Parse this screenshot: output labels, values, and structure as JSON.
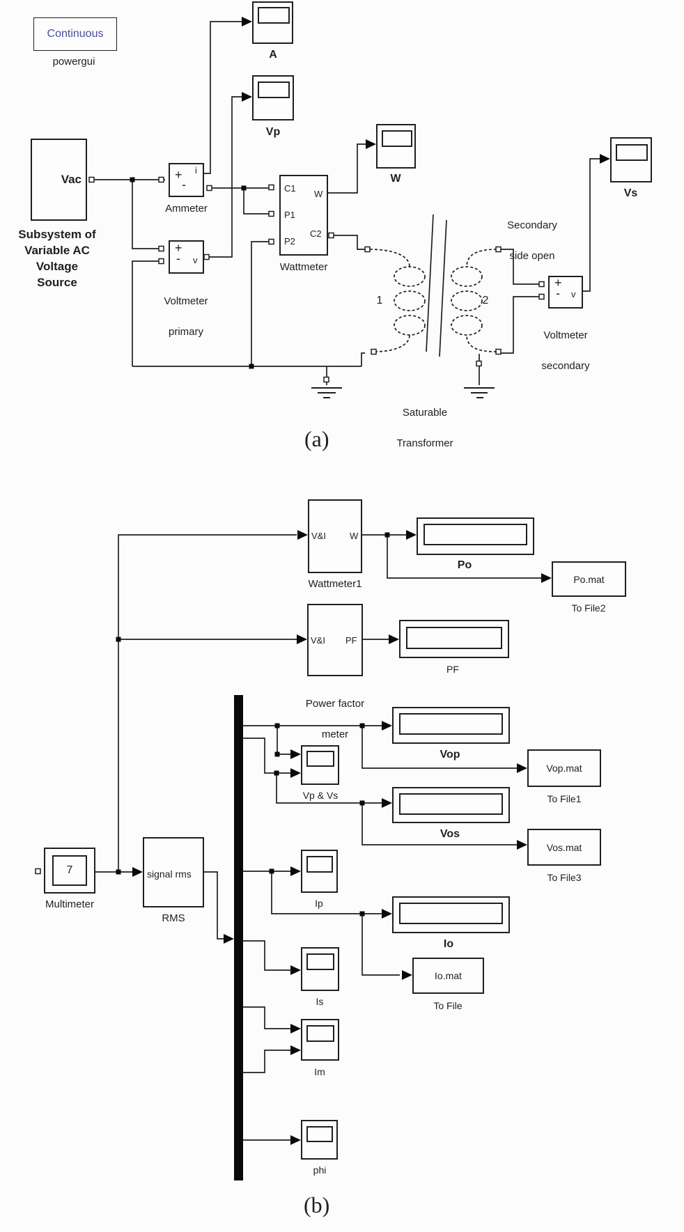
{
  "colors": {
    "line": "#1f1f1f",
    "powergui_text": "#4c4c9c",
    "background": "#fcfcfc"
  },
  "a": {
    "caption": "(a)",
    "powergui": {
      "box_text": "Continuous",
      "label": "powergui"
    },
    "source": {
      "port_label": "Vac",
      "label_lines": [
        "Subsystem of",
        "Variable AC",
        "Voltage",
        "Source"
      ]
    },
    "ammeter": {
      "plus": "+",
      "minus": "-",
      "out": "i",
      "label": "Ammeter"
    },
    "voltmeter_primary": {
      "plus": "+",
      "minus": "-",
      "out": "v",
      "label_lines": [
        "Voltmeter",
        "primary"
      ]
    },
    "wattmeter": {
      "in1": "C1",
      "in2": "P1",
      "in3": "P2",
      "out1": "W",
      "out2": "C2",
      "label": "Wattmeter"
    },
    "voltmeter_secondary": {
      "plus": "+",
      "minus": "-",
      "out": "v",
      "label_lines": [
        "Voltmeter",
        "secondary"
      ]
    },
    "transformer": {
      "winding1": "1",
      "winding2": "2",
      "label_lines": [
        "Saturable",
        "Transformer"
      ]
    },
    "note_lines": [
      "Secondary",
      "side open"
    ],
    "scopes": {
      "a": "A",
      "vp": "Vp",
      "w": "W",
      "vs": "Vs"
    }
  },
  "b": {
    "caption": "(b)",
    "wattmeter1": {
      "in": "V&I",
      "out": "W",
      "label": "Wattmeter1"
    },
    "power_factor_meter": {
      "in": "V&I",
      "out": "PF",
      "label_lines": [
        "Power factor",
        "meter"
      ]
    },
    "displays": {
      "po": "Po",
      "pf": "PF",
      "vop": "Vop",
      "vos": "Vos",
      "io": "Io"
    },
    "tofiles": {
      "file2": {
        "text": "Po.mat",
        "label": "To File2"
      },
      "file1": {
        "text": "Vop.mat",
        "label": "To File1"
      },
      "file3": {
        "text": "Vos.mat",
        "label": "To File3"
      },
      "file": {
        "text": "Io.mat",
        "label": "To File"
      }
    },
    "multimeter": {
      "value": "7",
      "label": "Multimeter"
    },
    "rms": {
      "port_text": "signal rms",
      "label": "RMS"
    },
    "scopes": {
      "vpvs": "Vp & Vs",
      "ip": "Ip",
      "is": "Is",
      "im": "Im",
      "phi": "phi"
    }
  }
}
